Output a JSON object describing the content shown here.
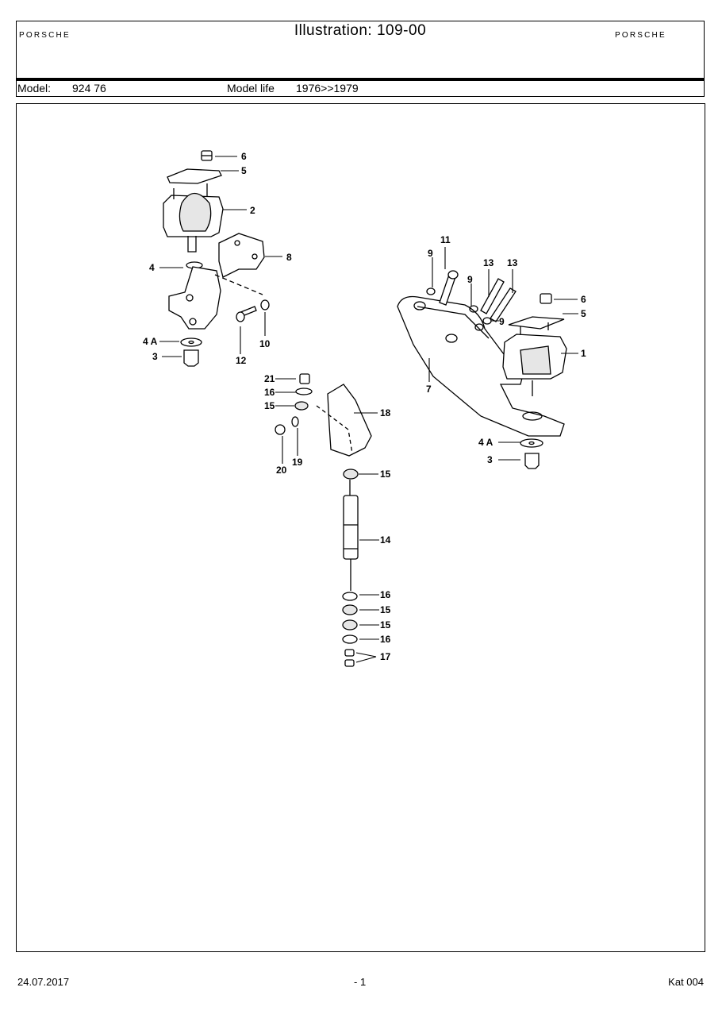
{
  "header": {
    "brand_left": "PORSCHE",
    "brand_right": "PORSCHE",
    "title": "Illustration: 109-00"
  },
  "model_bar": {
    "model_label": "Model:",
    "model_value": "924 76",
    "life_label": "Model life",
    "life_value": "1976>>1979"
  },
  "callouts": {
    "left_mount": [
      "6",
      "5",
      "2",
      "8",
      "4",
      "4 A",
      "3",
      "12",
      "10"
    ],
    "center": [
      "21",
      "16",
      "15",
      "18",
      "20",
      "19",
      "15",
      "14",
      "16",
      "15",
      "15",
      "16",
      "17"
    ],
    "right_bracket": [
      "11",
      "9",
      "9",
      "13",
      "13",
      "6",
      "5",
      "9",
      "1",
      "7",
      "4 A",
      "3"
    ]
  },
  "footer": {
    "date": "24.07.2017",
    "page": "- 1",
    "catalog": "Kat 004"
  }
}
